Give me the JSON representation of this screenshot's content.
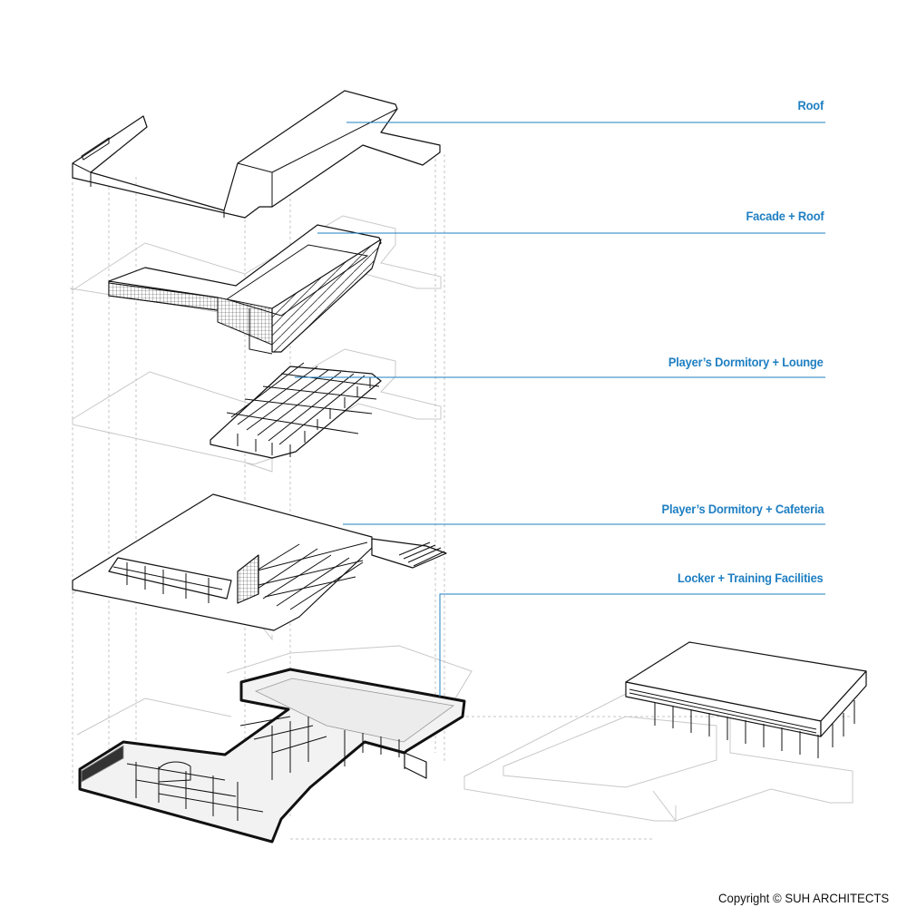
{
  "layers": [
    {
      "id": "roof",
      "label": "Roof"
    },
    {
      "id": "facade-roof",
      "label": "Facade + Roof"
    },
    {
      "id": "dormitory-lounge",
      "label": "Player’s Dormitory + Lounge"
    },
    {
      "id": "dormitory-cafeteria",
      "label": "Player’s Dormitory + Cafeteria"
    },
    {
      "id": "locker-training",
      "label": "Locker + Training Facilities"
    }
  ],
  "copyright": "Copyright © SUH ARCHITECTS",
  "colors": {
    "leader": "#1f7fc2",
    "line": "#111111",
    "ghost": "#c8c8c8"
  }
}
